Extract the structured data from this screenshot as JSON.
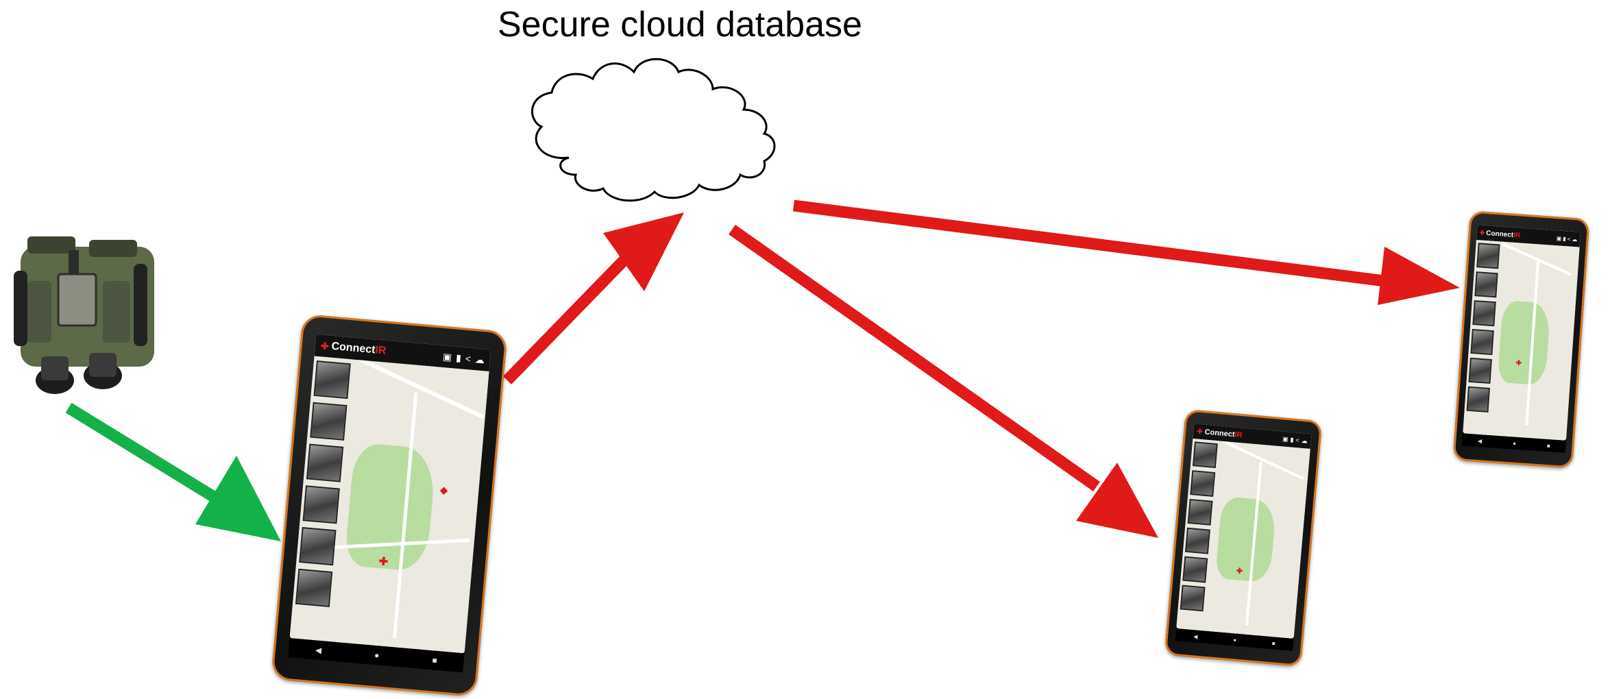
{
  "title": "Secure cloud database",
  "app": {
    "logo_icon": "maple-leaf-icon",
    "name_prefix": "Connect",
    "name_suffix": "IR",
    "toolbar_icons": [
      "gallery-icon",
      "delete-icon",
      "share-icon",
      "cloud-upload-icon"
    ],
    "nav_icons": [
      "◀",
      "●",
      "■"
    ]
  },
  "colors": {
    "upload_arrow": "#e01919",
    "device_arrow": "#14b04a",
    "accent": "#d9761c"
  },
  "nodes": [
    "thermal-binoculars",
    "source-phone",
    "cloud-database",
    "receiver-phone-1",
    "receiver-phone-2"
  ],
  "edges": [
    {
      "from": "thermal-binoculars",
      "to": "source-phone",
      "color": "green"
    },
    {
      "from": "source-phone",
      "to": "cloud-database",
      "color": "red"
    },
    {
      "from": "cloud-database",
      "to": "receiver-phone-1",
      "color": "red"
    },
    {
      "from": "cloud-database",
      "to": "receiver-phone-2",
      "color": "red"
    }
  ]
}
